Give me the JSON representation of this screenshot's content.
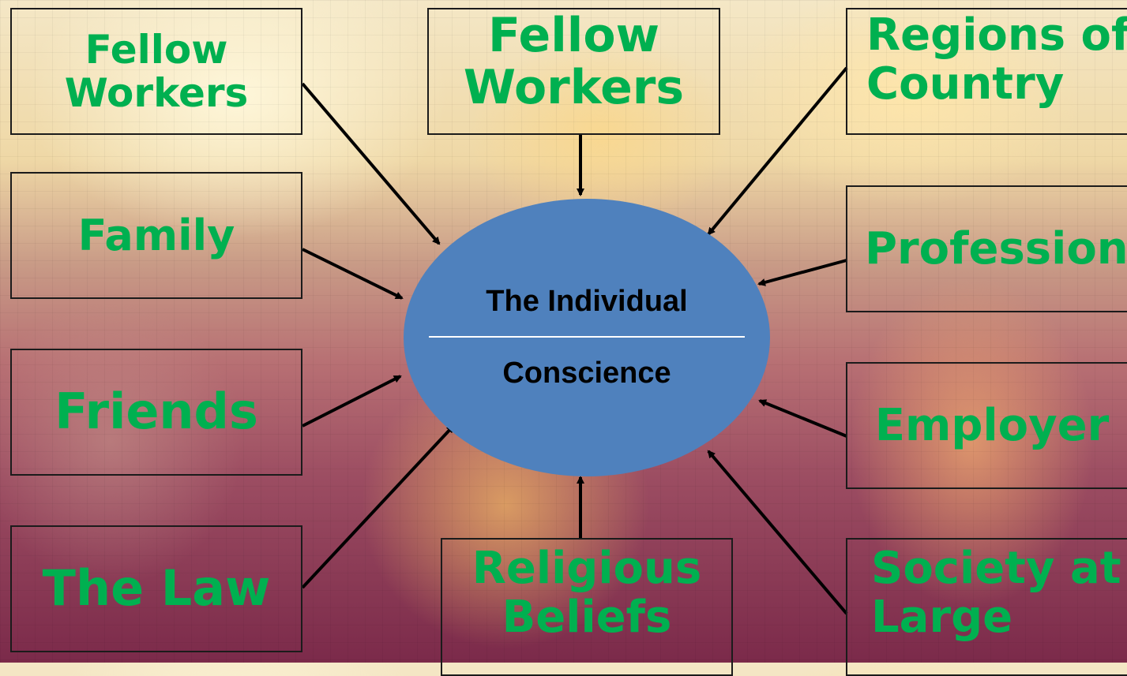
{
  "center": {
    "title": "The Individual",
    "subtitle": "Conscience",
    "fill_color": "#4f81bd"
  },
  "influences": [
    {
      "id": "fellow-workers-left",
      "label": "Fellow\nWorkers"
    },
    {
      "id": "fellow-workers-top",
      "label": "Fellow\nWorkers"
    },
    {
      "id": "regions-of-country",
      "label": "Regions of\nCountry"
    },
    {
      "id": "family",
      "label": "Family"
    },
    {
      "id": "profession",
      "label": "Profession"
    },
    {
      "id": "friends",
      "label": "Friends"
    },
    {
      "id": "employer",
      "label": "Employer"
    },
    {
      "id": "the-law",
      "label": "The Law"
    },
    {
      "id": "religious-beliefs",
      "label": "Religious\nBeliefs"
    },
    {
      "id": "society-at-large",
      "label": "Society at\nLarge"
    }
  ],
  "colors": {
    "label_text": "#00b050",
    "box_border": "#1b1b1b",
    "arrow": "#000000"
  }
}
